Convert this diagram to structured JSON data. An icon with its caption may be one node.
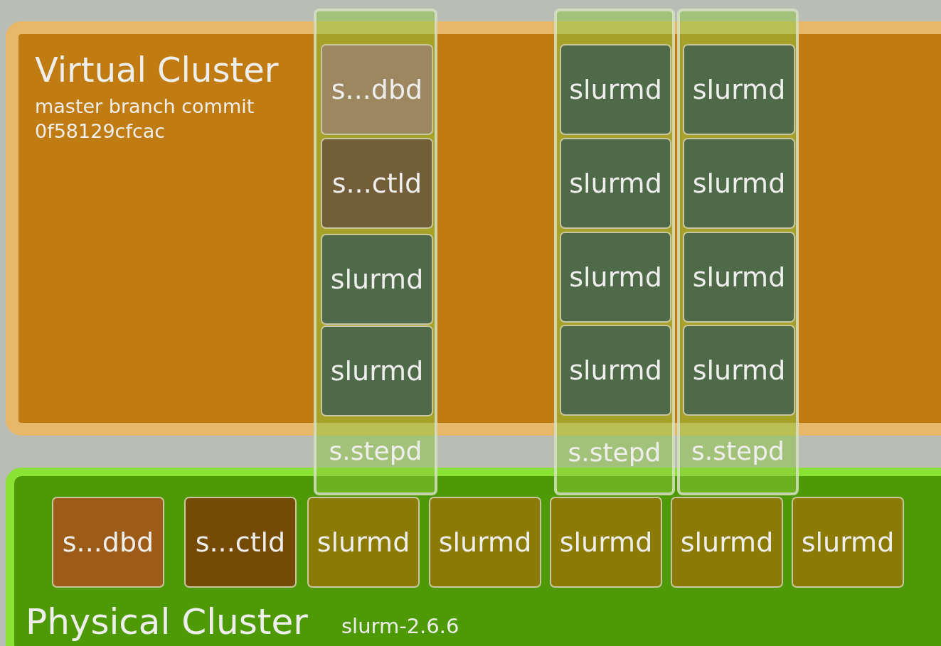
{
  "diagram": {
    "nodes": [
      {
        "text": [
          "Virtual Cluster",
          "master branch commit 0f58129cfcac"
        ]
      },
      {
        "text": [
          "s.stepd"
        ]
      },
      {
        "text": [
          "s...dbd"
        ],
        "in": 1
      },
      {
        "text": [
          "s...ctld"
        ],
        "in": 1
      },
      {
        "text": [
          "slurmd"
        ],
        "in": 1
      },
      {
        "text": [
          "slurmd"
        ],
        "in": 1
      },
      {
        "text": [
          "s.stepd"
        ]
      },
      {
        "text": [
          "slurmd"
        ],
        "in": 6
      },
      {
        "text": [
          "slurmd"
        ],
        "in": 6
      },
      {
        "text": [
          "slurmd"
        ],
        "in": 6
      },
      {
        "text": [
          "slurmd"
        ],
        "in": 6
      },
      {
        "text": [
          "s.stepd"
        ]
      },
      {
        "text": [
          "slurmd"
        ],
        "in": 11
      },
      {
        "text": [
          "slurmd"
        ],
        "in": 11
      },
      {
        "text": [
          "slurmd"
        ],
        "in": 11
      },
      {
        "text": [
          "slurmd"
        ],
        "in": 11
      },
      {
        "text": [
          "Physical Cluster",
          "slurm-2.6.6"
        ]
      },
      {
        "text": [
          "s...dbd"
        ],
        "in": 16
      },
      {
        "text": [
          "s...ctld"
        ],
        "in": 16
      },
      {
        "text": [
          "slurmd"
        ],
        "in": 16
      },
      {
        "text": [
          "slurmd"
        ],
        "in": 16
      },
      {
        "text": [
          "slurmd"
        ],
        "in": 16
      },
      {
        "text": [
          "slurmd"
        ],
        "in": 16
      },
      {
        "text": [
          "slurmd"
        ],
        "in": 16
      }
    ]
  }
}
